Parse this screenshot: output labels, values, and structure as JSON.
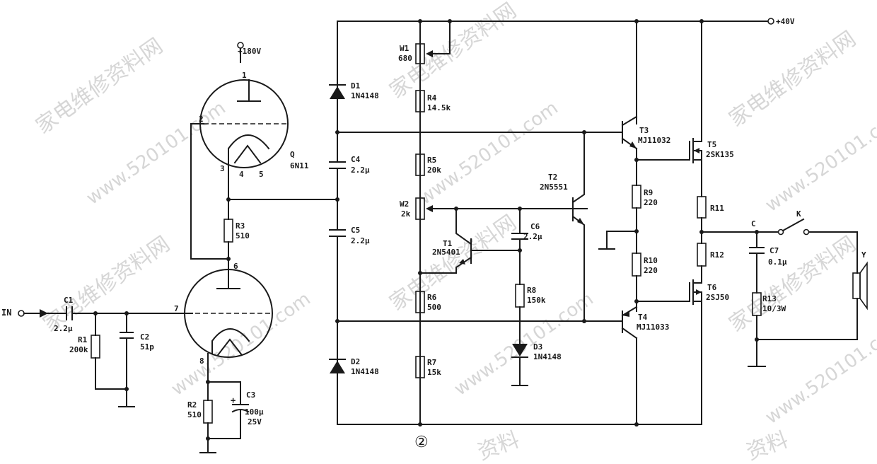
{
  "watermark": {
    "cn": "家电维修资料网",
    "url": "www.520101.com",
    "frag": "资料"
  },
  "figure_label": "②",
  "supply": {
    "hv": "+180V",
    "lv": "+40V"
  },
  "terminals": {
    "input": "IN",
    "c_node": "C",
    "switch": "K",
    "speaker": "Y"
  },
  "tube": {
    "designator": "Q",
    "type": "6N11",
    "pins": {
      "p1": "1",
      "p2": "2",
      "p3": "3",
      "p4": "4",
      "p5": "5",
      "p6": "6",
      "p7": "7",
      "p8": "8"
    }
  },
  "components": {
    "C1": {
      "ref": "C1",
      "value": "2.2μ"
    },
    "R1": {
      "ref": "R1",
      "value": "200k"
    },
    "C2": {
      "ref": "C2",
      "value": "51p"
    },
    "R2": {
      "ref": "R2",
      "value": "510"
    },
    "C3": {
      "ref": "C3",
      "value": "100μ",
      "value2": "25V"
    },
    "R3": {
      "ref": "R3",
      "value": "510"
    },
    "D1": {
      "ref": "D1",
      "value": "1N4148"
    },
    "D2": {
      "ref": "D2",
      "value": "1N4148"
    },
    "C4": {
      "ref": "C4",
      "value": "2.2μ"
    },
    "C5": {
      "ref": "C5",
      "value": "2.2μ"
    },
    "W1": {
      "ref": "W1",
      "value": "680"
    },
    "R4": {
      "ref": "R4",
      "value": "14.5k"
    },
    "R5": {
      "ref": "R5",
      "value": "20k"
    },
    "W2": {
      "ref": "W2",
      "value": "2k"
    },
    "R6": {
      "ref": "R6",
      "value": "500"
    },
    "R7": {
      "ref": "R7",
      "value": "15k"
    },
    "T1": {
      "ref": "T1",
      "value": "2N5401"
    },
    "T2": {
      "ref": "T2",
      "value": "2N5551"
    },
    "C6": {
      "ref": "C6",
      "value": "2.2μ"
    },
    "R8": {
      "ref": "R8",
      "value": "150k"
    },
    "D3": {
      "ref": "D3",
      "value": "1N4148"
    },
    "T3": {
      "ref": "T3",
      "value": "MJ11032"
    },
    "T4": {
      "ref": "T4",
      "value": "MJ11033"
    },
    "R9": {
      "ref": "R9",
      "value": "220"
    },
    "R10": {
      "ref": "R10",
      "value": "220"
    },
    "T5": {
      "ref": "T5",
      "value": "2SK135"
    },
    "T6": {
      "ref": "T6",
      "value": "2SJ50"
    },
    "R11": {
      "ref": "R11",
      "value": ""
    },
    "R12": {
      "ref": "R12",
      "value": ""
    },
    "C7": {
      "ref": "C7",
      "value": "0.1μ"
    },
    "R13": {
      "ref": "R13",
      "value": "10/3W"
    }
  }
}
